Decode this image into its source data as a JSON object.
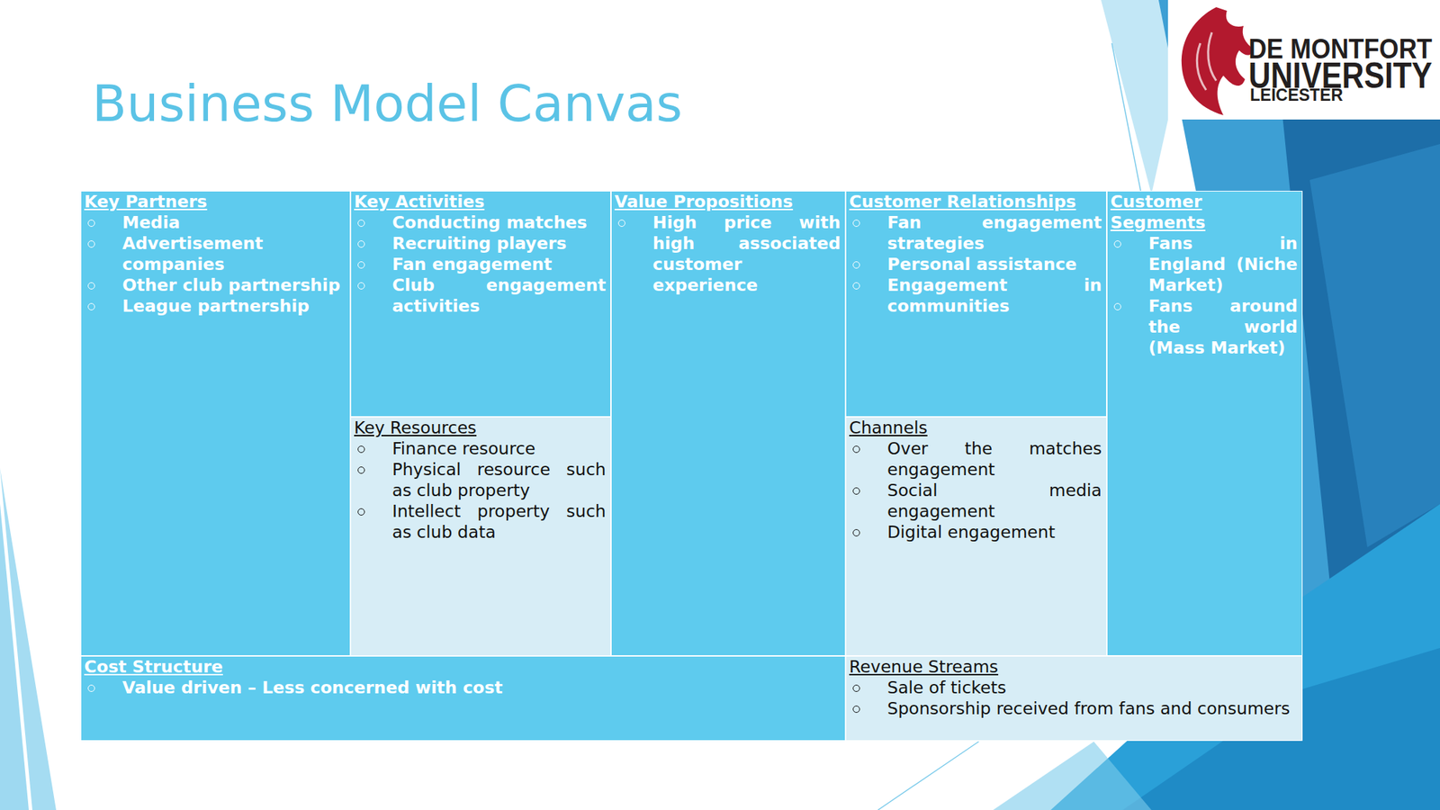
{
  "diagram": {
    "title": "Business Model Canvas",
    "nodes": [
      {
        "text": [
          "Key Partners",
          "Media",
          "Advertisement companies",
          "Other club partnership",
          "League partnership"
        ]
      },
      {
        "text": [
          "Key Activities",
          "Conducting matches",
          "Recruiting players",
          "Fan engagement",
          "Club engagement activities"
        ]
      },
      {
        "text": [
          "Key Resources",
          "Finance resource",
          "Physical resource such as club property",
          "Intellect property such as club data"
        ]
      },
      {
        "text": [
          "Value Propositions",
          "High price with high associated customer experience"
        ]
      },
      {
        "text": [
          "Customer Relationships",
          "Fan engagement strategies",
          "Personal assistance",
          "Engagement in communities"
        ]
      },
      {
        "text": [
          "Channels",
          "Over the matches engagement",
          "Social media engagement",
          "Digital engagement"
        ]
      },
      {
        "text": [
          "Customer Segments",
          "Fans in England (Niche Market)",
          "Fans around the world (Mass Market)"
        ]
      },
      {
        "text": [
          "Cost Structure",
          "Value driven – Less concerned with cost"
        ]
      },
      {
        "text": [
          "Revenue Streams",
          "Sale of tickets",
          "Sponsorship received from fans and consumers"
        ]
      }
    ],
    "labels": [
      "DE MONTFORT",
      "UNIVERSITY",
      "LEICESTER"
    ]
  }
}
